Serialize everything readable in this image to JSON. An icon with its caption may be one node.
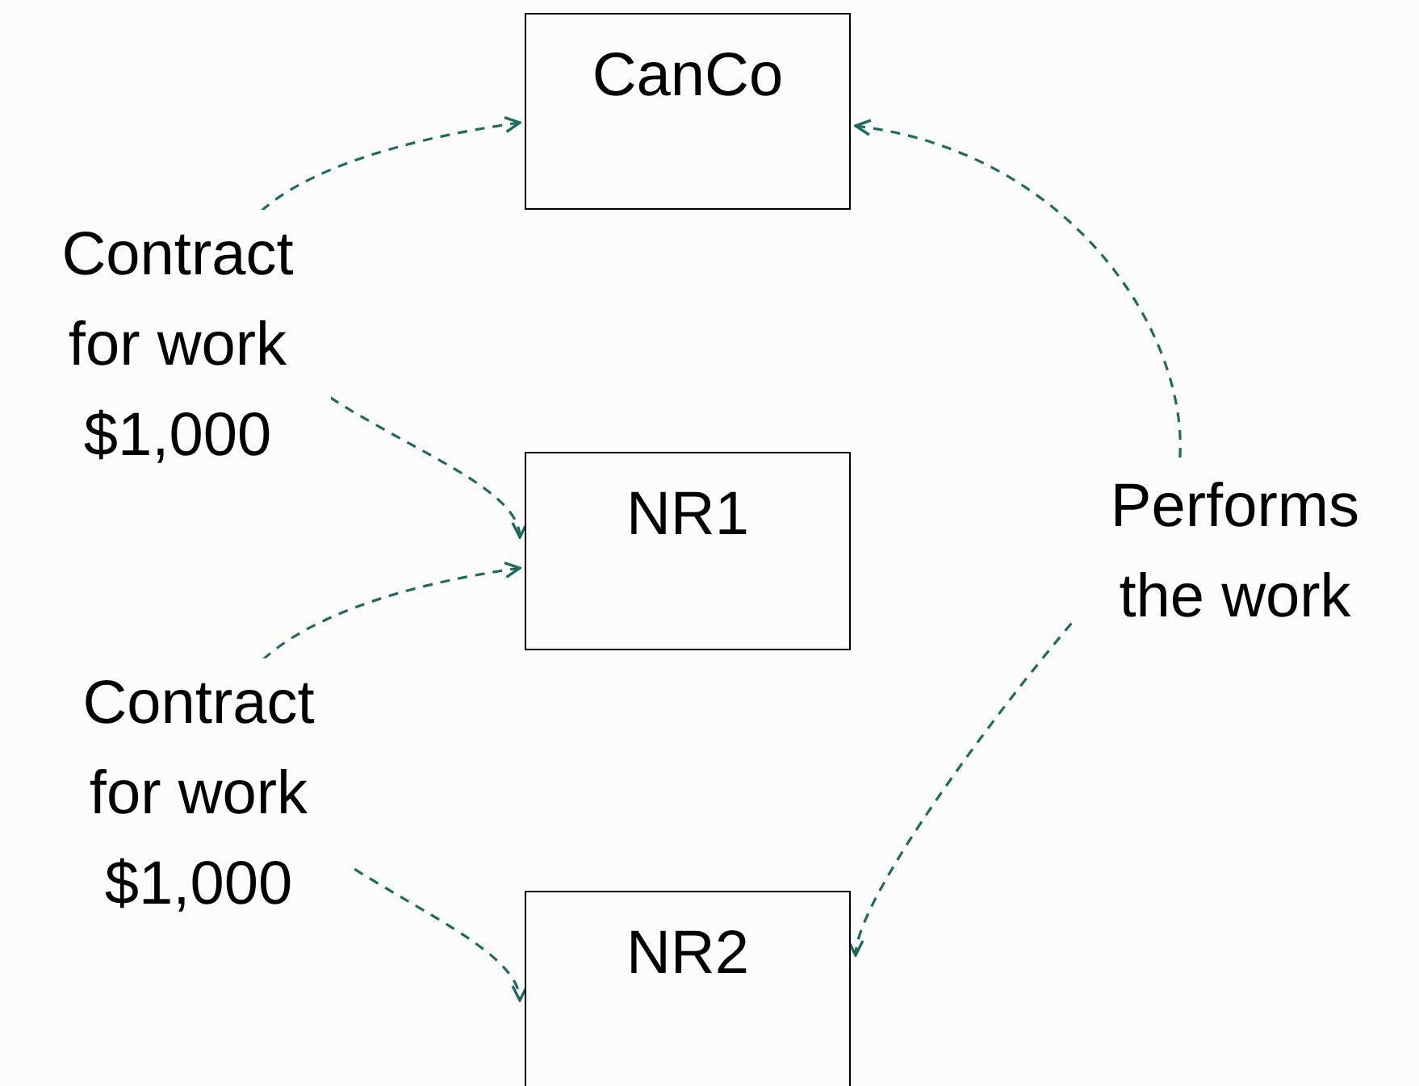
{
  "diagram": {
    "nodes": [
      {
        "text": [
          "CanCo"
        ]
      },
      {
        "text": [
          "NR1"
        ]
      },
      {
        "text": [
          "NR2"
        ]
      }
    ],
    "edges": [
      {
        "from": 0,
        "to": 1,
        "arrow": "both",
        "style": "dashed",
        "label": "Contract for work $1,000"
      },
      {
        "from": 1,
        "to": 2,
        "arrow": "both",
        "style": "dashed",
        "label": "Contract for work $1,000"
      },
      {
        "from": 0,
        "to": 2,
        "arrow": "both",
        "style": "dashed",
        "label": "Performs the work"
      }
    ]
  }
}
